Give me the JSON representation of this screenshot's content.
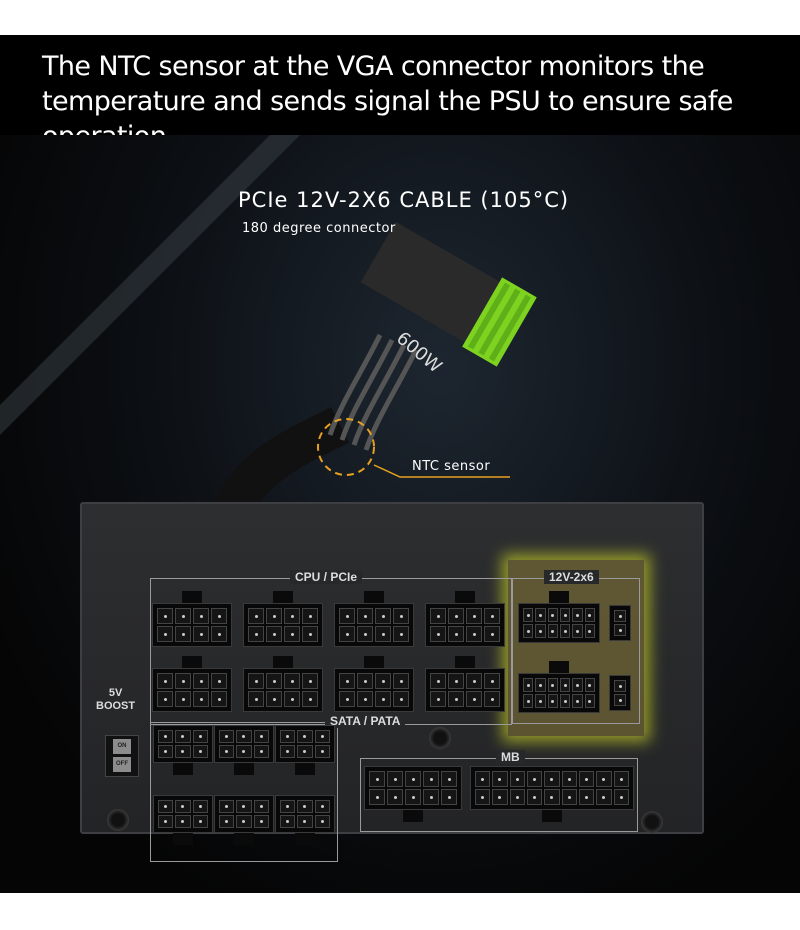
{
  "headline": "The NTC sensor at the VGA connector monitors the temperature and sends signal the PSU to ensure safe operation.",
  "cable": {
    "title": "PCIe 12V-2X6 CABLE (105°C)",
    "subtitle": "180 degree connector",
    "wattage": "600W",
    "sensor_label": "NTC sensor"
  },
  "psu": {
    "cpu_pcie_label": "CPU / PCIe",
    "v12_label": "12V-2x6",
    "mb_label": "MB",
    "sata_label": "SATA / PATA",
    "boost_label_1": "5V",
    "boost_label_2": "BOOST",
    "switch_on": "ON",
    "switch_off": "OFF"
  },
  "colors": {
    "accent_green": "#7ed321",
    "highlight_yellow": "#d6e024",
    "ntc_ring": "#e8a020"
  }
}
